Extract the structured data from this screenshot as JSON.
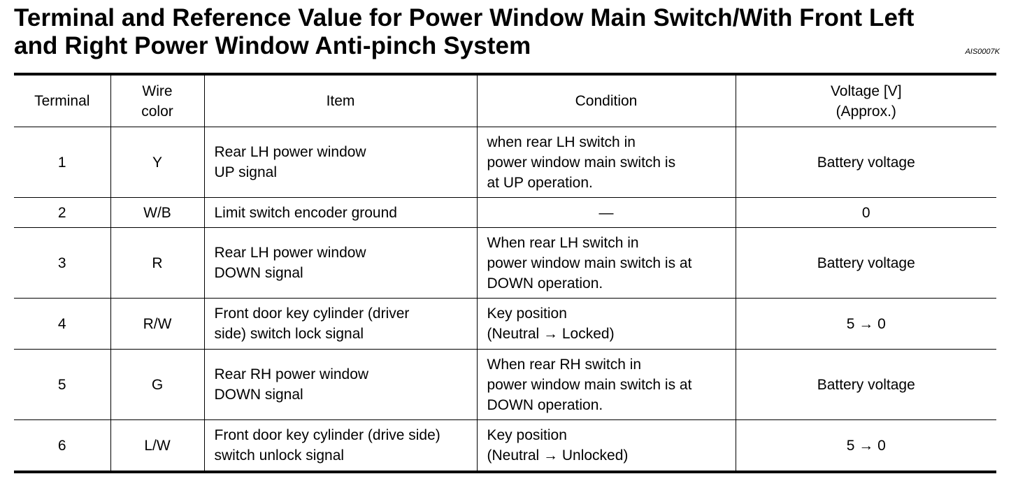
{
  "title": {
    "line1": "Terminal and Reference Value for Power Window Main Switch/With Front Left",
    "line2": "and Right Power Window Anti-pinch System"
  },
  "reference_code": "AIS0007K",
  "table": {
    "headers": {
      "terminal": "Terminal",
      "wire_color": "Wire\ncolor",
      "item": "Item",
      "condition": "Condition",
      "voltage": "Voltage [V]\n(Approx.)"
    },
    "rows": [
      {
        "terminal": "1",
        "wire_color": "Y",
        "item": "Rear LH power window\nUP signal",
        "condition": "when rear LH switch in\npower window main switch is\nat UP operation.",
        "voltage": "Battery voltage"
      },
      {
        "terminal": "2",
        "wire_color": "W/B",
        "item": "Limit switch encoder ground",
        "condition": "—",
        "voltage": "0"
      },
      {
        "terminal": "3",
        "wire_color": "R",
        "item": "Rear LH power window\nDOWN signal",
        "condition": "When rear LH switch in\npower window main switch is at\nDOWN operation.",
        "voltage": "Battery voltage"
      },
      {
        "terminal": "4",
        "wire_color": "R/W",
        "item": "Front door key cylinder (driver\nside) switch lock signal",
        "condition": "Key position\n(Neutral → Locked)",
        "voltage": "5 → 0"
      },
      {
        "terminal": "5",
        "wire_color": "G",
        "item": "Rear RH power window\n DOWN signal",
        "condition": "When rear RH switch in\npower window main switch is at\nDOWN operation.",
        "voltage": "Battery voltage"
      },
      {
        "terminal": "6",
        "wire_color": "L/W",
        "item": "Front door key cylinder (drive side)\nswitch unlock signal",
        "condition": "Key position\n(Neutral → Unlocked)",
        "voltage": "5 → 0"
      }
    ]
  }
}
